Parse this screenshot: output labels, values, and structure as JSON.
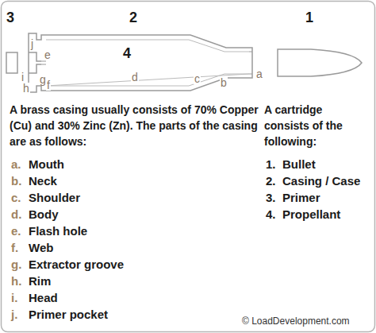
{
  "diagram": {
    "labels": [
      "3",
      "2",
      "1",
      "4",
      "a",
      "b",
      "c",
      "d",
      "e",
      "f",
      "g",
      "h",
      "i",
      "j",
      "A brass casing usually consists of 70% Copper (Cu) and 30% Zinc (Zn). The parts of the casing are as follows:",
      "a.",
      "Mouth",
      "b.",
      "Neck",
      "c.",
      "Shoulder",
      "d.",
      "Body",
      "e.",
      "Flash hole",
      "f.",
      "Web",
      "g.",
      "Extractor groove",
      "h.",
      "Rim",
      "i.",
      "Head",
      "j.",
      "Primer pocket",
      "A cartridge consists of the following:",
      "1.",
      "Bullet",
      "2.",
      "Casing / Case",
      "3.",
      "Primer",
      "4.",
      "Propellant",
      "© LoadDevelopment.com"
    ]
  }
}
